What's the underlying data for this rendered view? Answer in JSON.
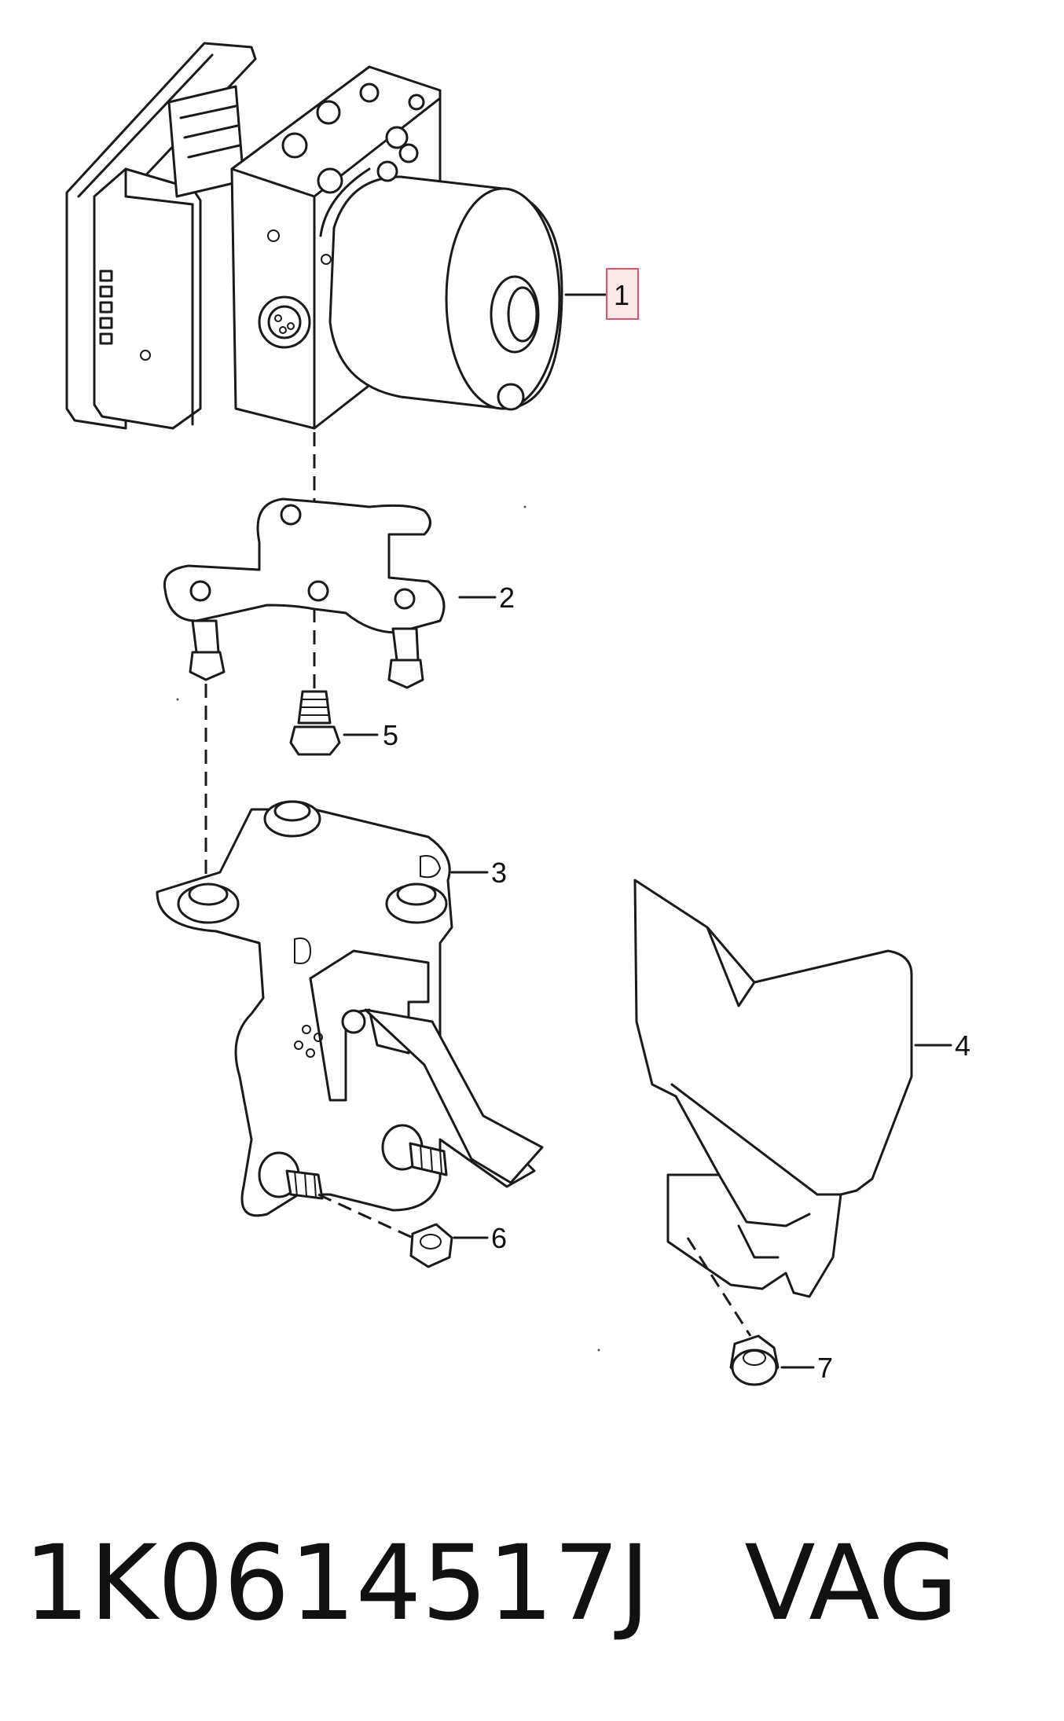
{
  "callouts": [
    {
      "id": "1",
      "label": "1"
    },
    {
      "id": "2",
      "label": "2"
    },
    {
      "id": "3",
      "label": "3"
    },
    {
      "id": "4",
      "label": "4"
    },
    {
      "id": "5",
      "label": "5"
    },
    {
      "id": "6",
      "label": "6"
    },
    {
      "id": "7",
      "label": "7"
    }
  ],
  "footer": {
    "part_number": "1K0614517J",
    "brand": "VAG"
  },
  "colors": {
    "line": "#1a1a1a",
    "highlight_fill": "#fde8ea",
    "highlight_stroke": "#d9556a"
  }
}
